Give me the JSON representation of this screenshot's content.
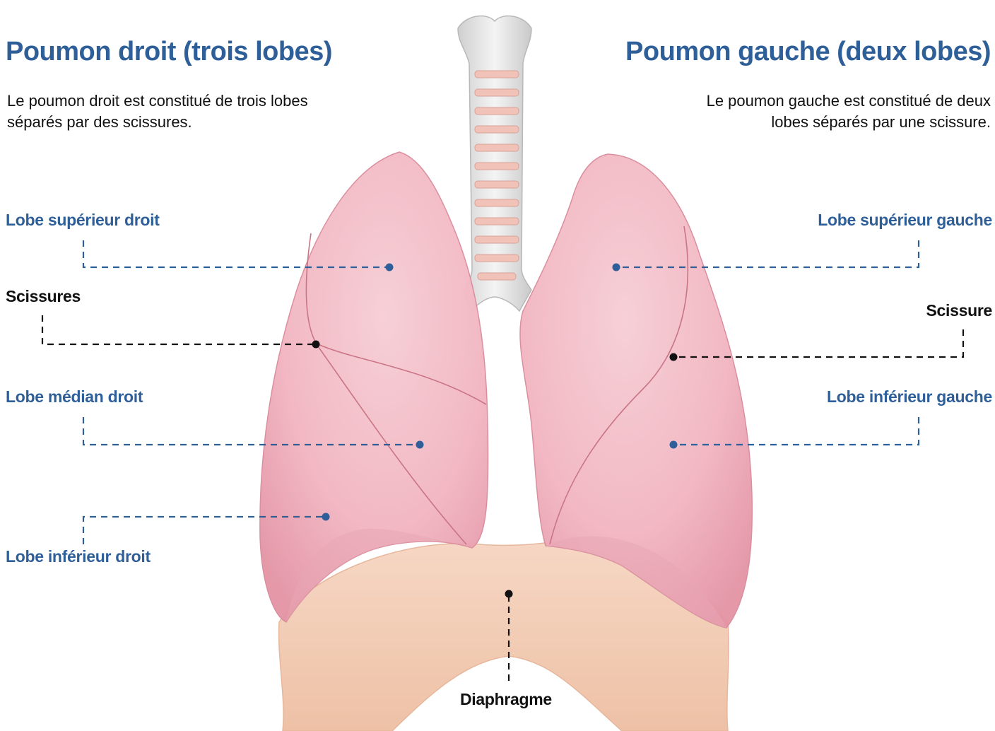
{
  "right_lung": {
    "title": "Poumon droit (trois lobes)",
    "description": "Le poumon droit est constitué de trois lobes séparés par des scissures."
  },
  "left_lung": {
    "title": "Poumon gauche (deux lobes)",
    "description": "Le poumon gauche est constitué de deux lobes séparés par une scissure."
  },
  "labels": {
    "right_upper_lobe": "Lobe supérieur droit",
    "right_fissures": "Scissures",
    "right_middle_lobe": "Lobe médian droit",
    "right_lower_lobe": "Lobe inférieur droit",
    "left_upper_lobe": "Lobe supérieur gauche",
    "left_fissure": "Scissure",
    "left_lower_lobe": "Lobe inférieur gauche",
    "diaphragm": "Diaphragme"
  },
  "colors": {
    "heading_blue": "#2f5f98",
    "leader_blue": "#2f5f98",
    "leader_black": "#111111",
    "lung_pink": "#f2b8c3",
    "trachea_gray": "#e6e6e6",
    "cartilage_ring": "#f0c2b8",
    "diaphragm_tan": "#f0cbb6"
  }
}
